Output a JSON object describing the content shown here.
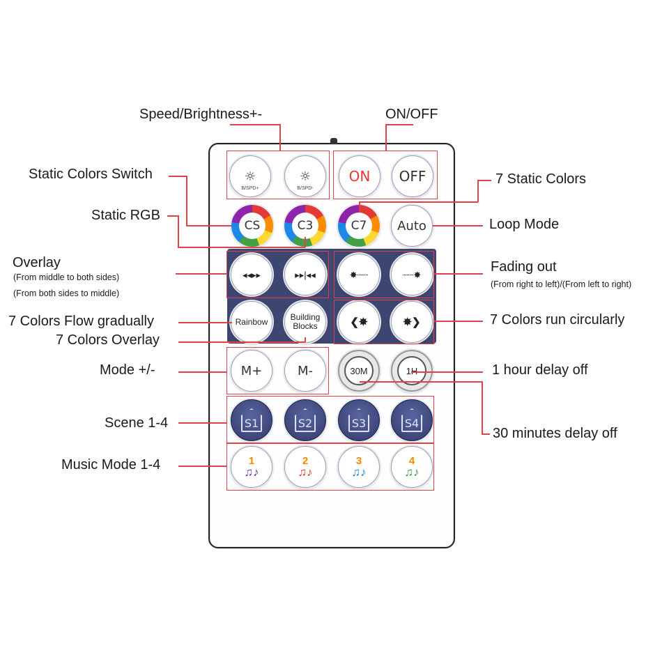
{
  "buttons": {
    "bright_up": "☼",
    "bright_up_sub": "B/SPD+",
    "bright_down": "☼",
    "bright_down_sub": "B/SPD-",
    "on": "ON",
    "off": "OFF",
    "cs": "CS",
    "c3": "C3",
    "c7": "C7",
    "auto": "Auto",
    "overlay_mid_out": "◂◂▸▸",
    "overlay_sides_in": "▸▸|◂◂",
    "fade_rtl": "✸┈┈",
    "fade_ltr": "┈┈✸",
    "rainbow": "Rainbow",
    "building_blocks": "Building Blocks",
    "run_left": "❮✸",
    "run_right": "✸❯",
    "mode_plus": "M+",
    "mode_minus": "M-",
    "delay_30m": "30M",
    "delay_1h": "1H",
    "scenes": [
      "S1",
      "S2",
      "S3",
      "S4"
    ],
    "music": [
      {
        "num": "1",
        "notes": "♫♪"
      },
      {
        "num": "2",
        "notes": "♫♪"
      },
      {
        "num": "3",
        "notes": "♫♪"
      },
      {
        "num": "4",
        "notes": "♫♪"
      }
    ]
  },
  "labels": {
    "speed_brightness": "Speed/Brightness+-",
    "on_off": "ON/OFF",
    "static_colors_switch": "Static Colors Switch",
    "seven_static_colors": "7 Static Colors",
    "static_rgb": "Static RGB",
    "loop_mode": "Loop Mode",
    "overlay": "Overlay",
    "overlay_note_1": "(From middle to both sides)",
    "overlay_note_2": "(From both sides to middle)",
    "fading_out": "Fading out",
    "fading_out_note": "(From right to left)/(From left to right)",
    "flow_gradually": "7 Colors Flow gradually",
    "seven_overlay": "7 Colors Overlay",
    "run_circularly": "7 Colors run circularly",
    "mode": "Mode +/-",
    "hour_delay": "1 hour delay off",
    "scene": "Scene 1-4",
    "thirty_delay": "30 minutes delay off",
    "music_mode": "Music Mode 1-4"
  },
  "colors": {
    "callout": "#e0424a",
    "panel": "#3d4670",
    "music_number": "#f08a00"
  }
}
